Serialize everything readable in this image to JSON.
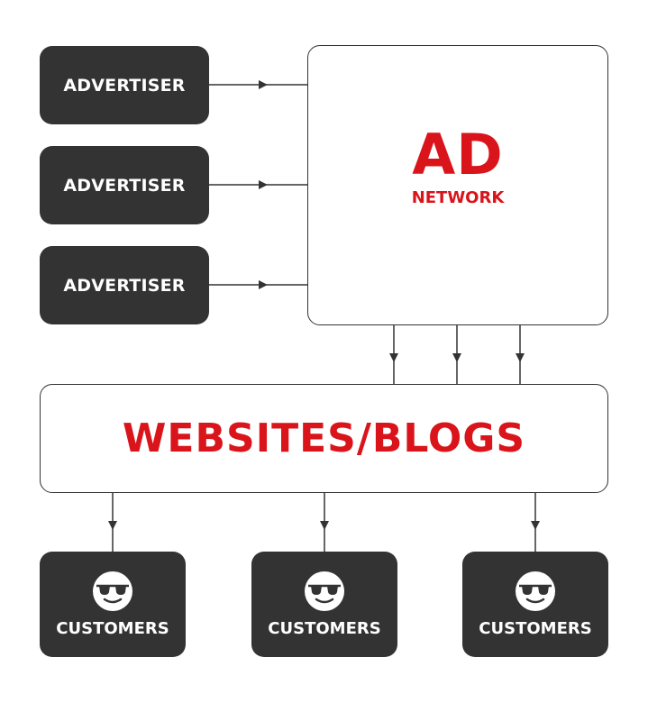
{
  "advertisers": [
    {
      "label": "ADVERTISER"
    },
    {
      "label": "ADVERTISER"
    },
    {
      "label": "ADVERTISER"
    }
  ],
  "ad_network": {
    "title": "AD",
    "subtitle": "NETWORK"
  },
  "websites": {
    "label": "WEBSITES/BLOGS"
  },
  "customers": [
    {
      "label": "CUSTOMERS",
      "icon": "sunglasses-face-icon"
    },
    {
      "label": "CUSTOMERS",
      "icon": "sunglasses-face-icon"
    },
    {
      "label": "CUSTOMERS",
      "icon": "sunglasses-face-icon"
    }
  ],
  "colors": {
    "dark_box": "#333333",
    "accent_red": "#d9141b",
    "line": "#333333",
    "background": "#ffffff"
  }
}
